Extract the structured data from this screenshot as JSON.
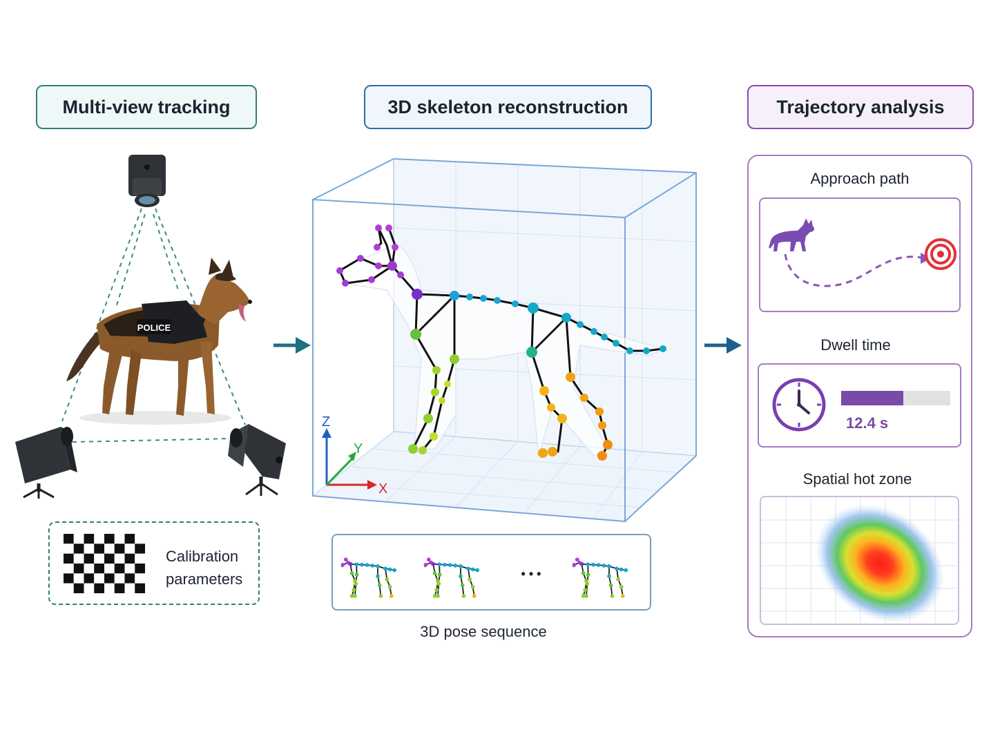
{
  "headers": {
    "tracking": "Multi-view tracking",
    "reconstruction": "3D skeleton reconstruction",
    "trajectory": "Trajectory analysis"
  },
  "left": {
    "vest_text": "POLICE",
    "calibration_line1": "Calibration",
    "calibration_line2": "parameters"
  },
  "center": {
    "axis_z": "Z",
    "axis_y": "Y",
    "axis_x": "X",
    "sequence_ellipsis": "• • •",
    "sequence_caption": "3D pose sequence"
  },
  "right": {
    "approach_title": "Approach path",
    "dwell_title": "Dwell time",
    "dwell_value": "12.4 s",
    "dwell_fraction": 0.57,
    "hotzone_title": "Spatial hot zone"
  },
  "colors": {
    "teal": "#2f7f7a",
    "blue": "#2d6ea6",
    "purple": "#8a4bb1",
    "arrow": "#1f5f8b"
  },
  "icons": [
    "camera-icon",
    "dog-photo",
    "checkerboard-icon",
    "clock-icon",
    "target-icon",
    "dog-silhouette-icon",
    "arrow-right-icon"
  ]
}
